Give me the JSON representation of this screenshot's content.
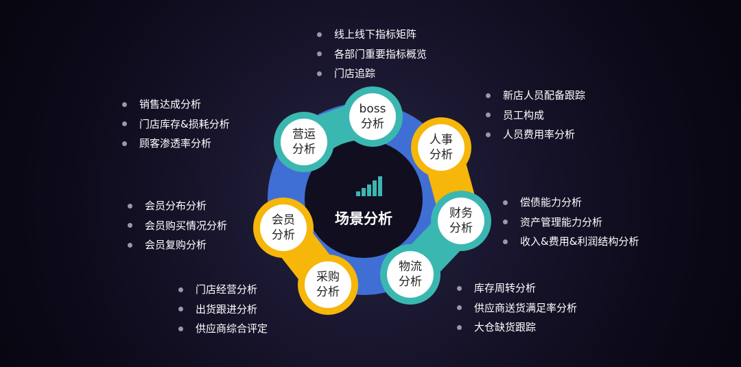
{
  "center": {
    "title": "场景分析",
    "icon": "bar-chart-icon"
  },
  "colors": {
    "teal": "#3bb7b1",
    "yellow": "#f6b60a",
    "blue": "#3f6fd4",
    "background": "#0d0a1a"
  },
  "nodes": [
    {
      "id": "boss",
      "line1": "boss",
      "line2": "分析",
      "ring": "teal"
    },
    {
      "id": "renshi",
      "line1": "人事",
      "line2": "分析",
      "ring": "yellow"
    },
    {
      "id": "caiwu",
      "line1": "财务",
      "line2": "分析",
      "ring": "teal"
    },
    {
      "id": "wuliu",
      "line1": "物流",
      "line2": "分析",
      "ring": "teal"
    },
    {
      "id": "caigou",
      "line1": "采购",
      "line2": "分析",
      "ring": "yellow"
    },
    {
      "id": "huiyuan",
      "line1": "会员",
      "line2": "分析",
      "ring": "yellow"
    },
    {
      "id": "yingyun",
      "line1": "营运",
      "line2": "分析",
      "ring": "teal"
    }
  ],
  "lists": {
    "boss": [
      "线上线下指标矩阵",
      "各部门重要指标概览",
      "门店追踪"
    ],
    "renshi": [
      "新店人员配备跟踪",
      "员工构成",
      "人员费用率分析"
    ],
    "caiwu": [
      "偿债能力分析",
      "资产管理能力分析",
      "收入&费用&利润结构分析"
    ],
    "wuliu": [
      "库存周转分析",
      "供应商送货满足率分析",
      "大仓缺货跟踪"
    ],
    "caigou": [
      "门店经营分析",
      "出货跟进分析",
      "供应商综合评定"
    ],
    "huiyuan": [
      "会员分布分析",
      "会员购买情况分析",
      "会员复购分析"
    ],
    "yingyun": [
      "销售达成分析",
      "门店库存&损耗分析",
      "顾客渗透率分析"
    ]
  }
}
